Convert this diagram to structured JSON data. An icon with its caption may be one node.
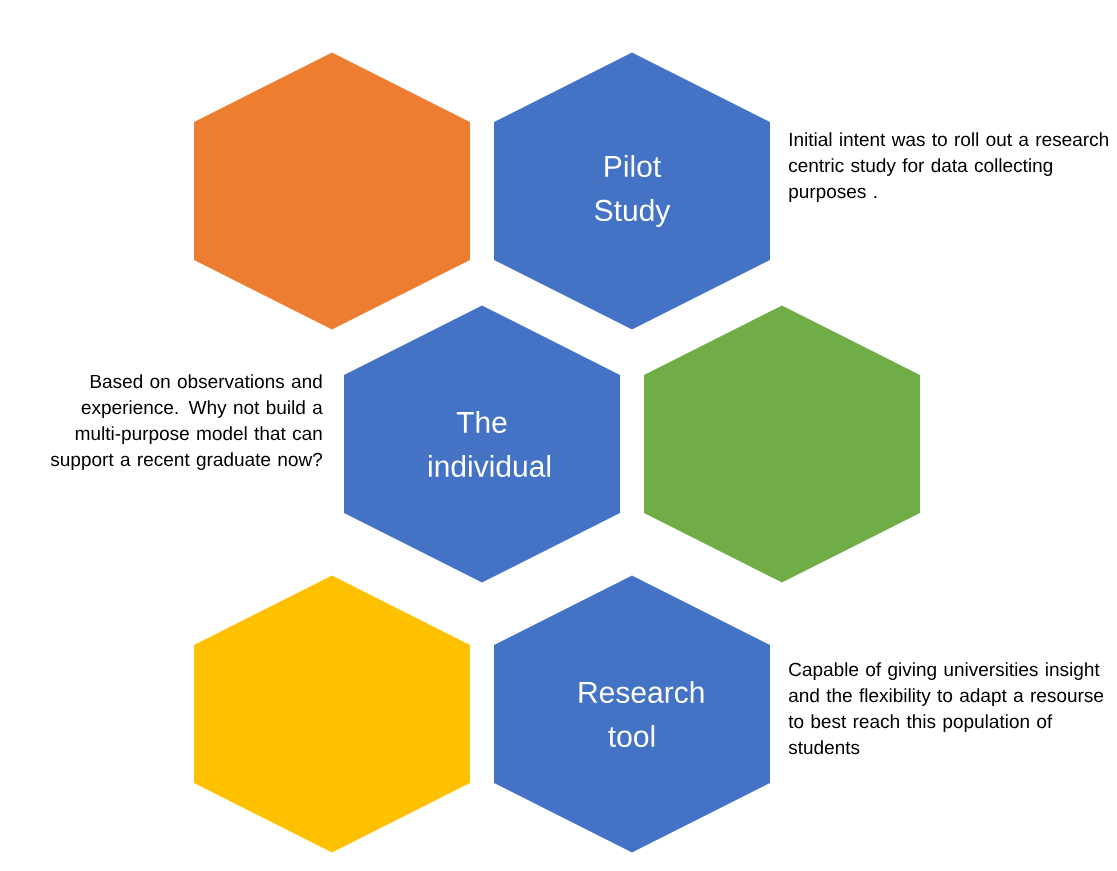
{
  "diagram": {
    "nodes": [
      {
        "text": [],
        "shape": "hexagon"
      },
      {
        "text": [
          "Pilot Study"
        ],
        "beside": [
          "Initial intent was to roll out a research centric study for data collecting purposes ."
        ]
      },
      {
        "text": [
          "The individual"
        ],
        "beside": [
          "Based on observations and experience. Why not build a multi-purpose  model that can support a recent graduate now?"
        ]
      },
      {
        "text": [],
        "shape": "hexagon"
      },
      {
        "text": [],
        "shape": "hexagon"
      },
      {
        "text": [
          "Research tool"
        ],
        "beside": [
          "Capable of giving universities insight and the flexibility to adapt a resourse to best reach this population of students"
        ]
      }
    ]
  }
}
